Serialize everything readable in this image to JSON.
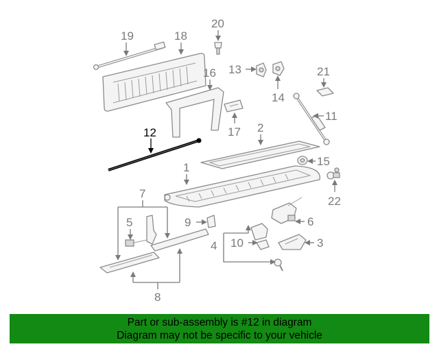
{
  "diagram": {
    "highlighted_callout": "12",
    "callouts": [
      {
        "id": "1",
        "label": "1"
      },
      {
        "id": "2",
        "label": "2"
      },
      {
        "id": "3",
        "label": "3"
      },
      {
        "id": "4",
        "label": "4"
      },
      {
        "id": "5",
        "label": "5"
      },
      {
        "id": "6",
        "label": "6"
      },
      {
        "id": "7",
        "label": "7"
      },
      {
        "id": "8",
        "label": "8"
      },
      {
        "id": "9",
        "label": "9"
      },
      {
        "id": "10",
        "label": "10"
      },
      {
        "id": "11",
        "label": "11"
      },
      {
        "id": "12",
        "label": "12"
      },
      {
        "id": "13",
        "label": "13"
      },
      {
        "id": "14",
        "label": "14"
      },
      {
        "id": "15",
        "label": "15"
      },
      {
        "id": "16",
        "label": "16"
      },
      {
        "id": "17",
        "label": "17"
      },
      {
        "id": "18",
        "label": "18"
      },
      {
        "id": "19",
        "label": "19"
      },
      {
        "id": "20",
        "label": "20"
      },
      {
        "id": "21",
        "label": "21"
      },
      {
        "id": "22",
        "label": "22"
      }
    ]
  },
  "banner": {
    "line1": "Part or sub-assembly is #12 in diagram",
    "line2": "Diagram may not be specific to your vehicle",
    "color": "#138a13"
  }
}
